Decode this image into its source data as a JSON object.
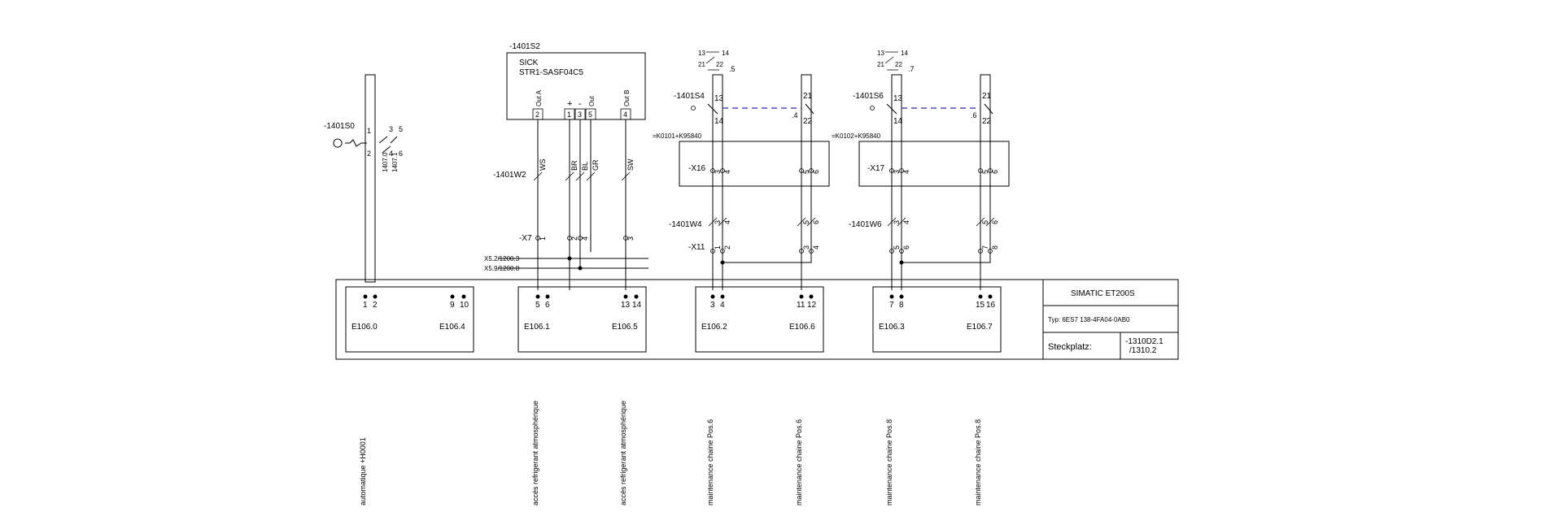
{
  "switch_s0": {
    "tag": "-1401S0",
    "t1": "1",
    "t2": "2",
    "t3": "3",
    "t4": "4",
    "t5": "5",
    "t6": "6",
    "sub1": "1407.0",
    "sub2": "1407.1"
  },
  "sick": {
    "tag": "-1401S2",
    "brand": "SICK",
    "model": "STR1-SASF04C5",
    "pins": [
      {
        "label": "Out A",
        "num": "2"
      },
      {
        "label": "+",
        "num": "1"
      },
      {
        "label": "-",
        "num": "3"
      },
      {
        "label": "Out",
        "num": "5"
      },
      {
        "label": "Out B",
        "num": "4"
      }
    ]
  },
  "cable_w2": {
    "tag": "-1401W2",
    "colors": [
      "WS",
      "BR",
      "BL",
      "GR",
      "SW"
    ]
  },
  "x7": {
    "tag": "-X7",
    "terms": [
      "1",
      "2",
      "4",
      "3"
    ]
  },
  "rails": [
    "X5.2/1200.3",
    "X5.9/1200.8"
  ],
  "contact_left": {
    "legend_no": [
      "13",
      "14"
    ],
    "legend_nc": [
      "21",
      "22"
    ],
    "ref": ".5",
    "tag": "-1401S4",
    "t13": "13",
    "t14": "14",
    "t21": "21",
    "t22": "22",
    "ref2": ".4",
    "box_tag": "=K0101+K95840",
    "x_tag": "-X16",
    "x_terms": [
      "3",
      "4",
      "5",
      "6"
    ],
    "w_tag": "-1401W4",
    "w_terms": [
      "3",
      "4",
      "5",
      "6"
    ],
    "xb_tag": "-X11",
    "xb_terms": [
      "1",
      "2",
      "3",
      "4"
    ]
  },
  "contact_right": {
    "legend_no": [
      "13",
      "14"
    ],
    "legend_nc": [
      "21",
      "22"
    ],
    "ref": ".7",
    "tag": "-1401S6",
    "t13": "13",
    "t14": "14",
    "t21": "21",
    "t22": "22",
    "ref2": ".6",
    "box_tag": "=K0102+K95840",
    "x_tag": "-X17",
    "x_terms": [
      "3",
      "4",
      "5",
      "6"
    ],
    "w_tag": "-1401W6",
    "w_terms": [
      "3",
      "4",
      "5",
      "6"
    ],
    "xb_terms": [
      "5",
      "6",
      "7",
      "8"
    ]
  },
  "modules": [
    {
      "pins": [
        "1",
        "2",
        "9",
        "10"
      ],
      "left": "E106.0",
      "right": "E106.4"
    },
    {
      "pins": [
        "5",
        "6",
        "13",
        "14"
      ],
      "left": "E106.1",
      "right": "E106.5"
    },
    {
      "pins": [
        "3",
        "4",
        "11",
        "12"
      ],
      "left": "E106.2",
      "right": "E106.6"
    },
    {
      "pins": [
        "7",
        "8",
        "15",
        "16"
      ],
      "left": "E106.3",
      "right": "E106.7"
    }
  ],
  "title_block": {
    "name": "SIMATIC  ET200S",
    "type": "Typ:  6ES7  138-4FA04-0AB0",
    "slot_label": "Steckplatz:",
    "slot_ref1": "-1310D2.1",
    "slot_ref2": "/1310.2"
  },
  "descriptions": [
    "automatique +H0001",
    "accés refrigerant atmosphérique",
    "accés refrigerant atmosphérique",
    "maintenance chaine Pos.6",
    "maintenance chaine Pos.6",
    "maintenance chaine Pos.8",
    "maintenance chaine Pos.8"
  ]
}
